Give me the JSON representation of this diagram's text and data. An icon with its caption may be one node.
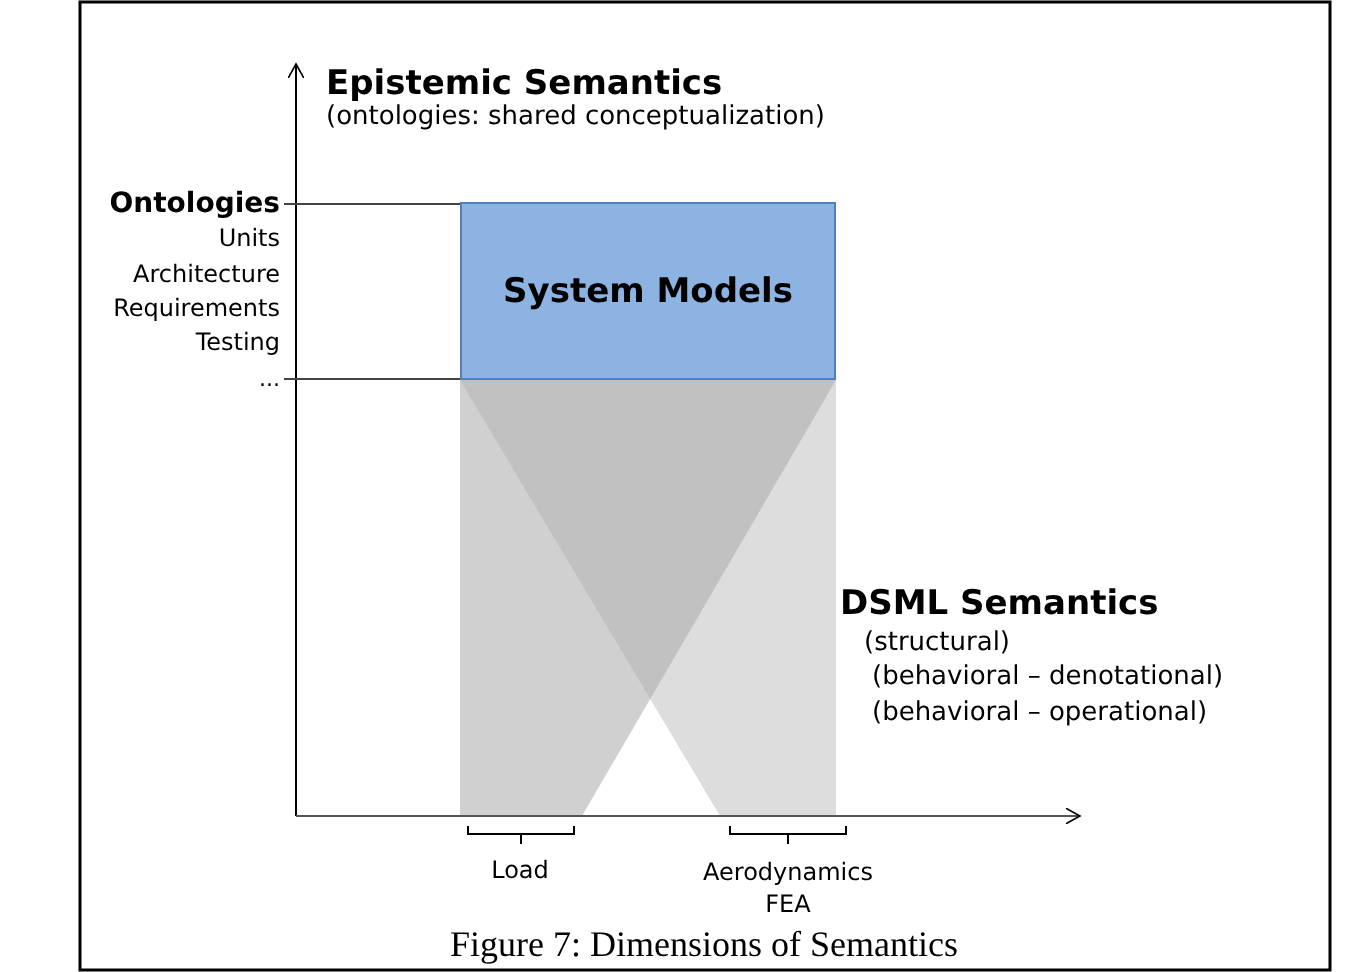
{
  "diagram": {
    "caption": "Figure 7: Dimensions of Semantics",
    "nodes": [
      {
        "text": [
          "System Models"
        ]
      },
      {
        "text": [
          "Ontologies"
        ]
      },
      {
        "text": [
          "..."
        ]
      }
    ],
    "edges": [
      {
        "from": 1,
        "to": 0,
        "arrow": "none"
      },
      {
        "from": 2,
        "to": 0,
        "arrow": "none"
      }
    ],
    "labels": [
      "Epistemic Semantics",
      "(ontologies: shared conceptualization)",
      "Units",
      "Architecture",
      "Requirements",
      "Testing",
      "DSML Semantics",
      "(structural)",
      "(behavioral – denotational)",
      "(behavioral – operational)",
      "Load",
      "Aerodynamics FEA"
    ]
  }
}
